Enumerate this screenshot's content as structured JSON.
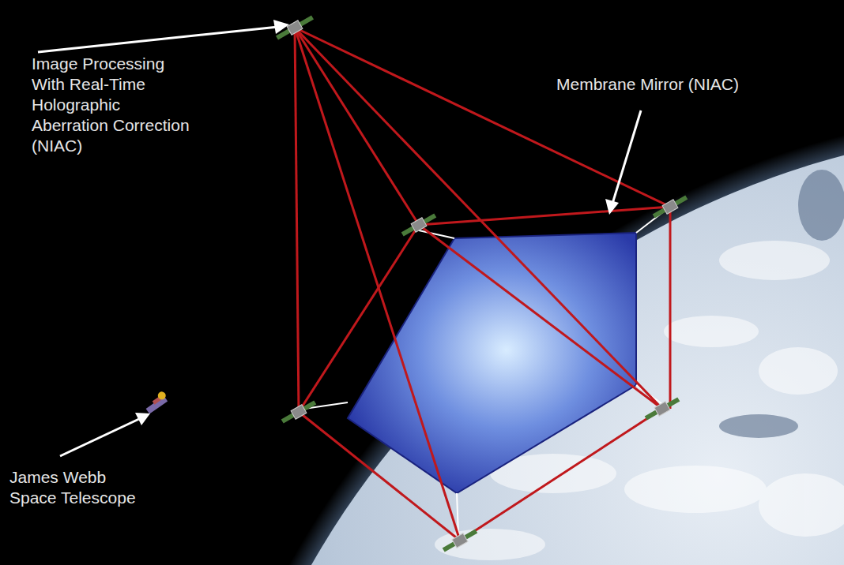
{
  "diagram": {
    "labels": [
      "Image Processing With Real-Time Holographic Aberration Correction (NIAC)",
      "Membrane Mirror (NIAC)",
      "James Webb Space Telescope"
    ]
  }
}
